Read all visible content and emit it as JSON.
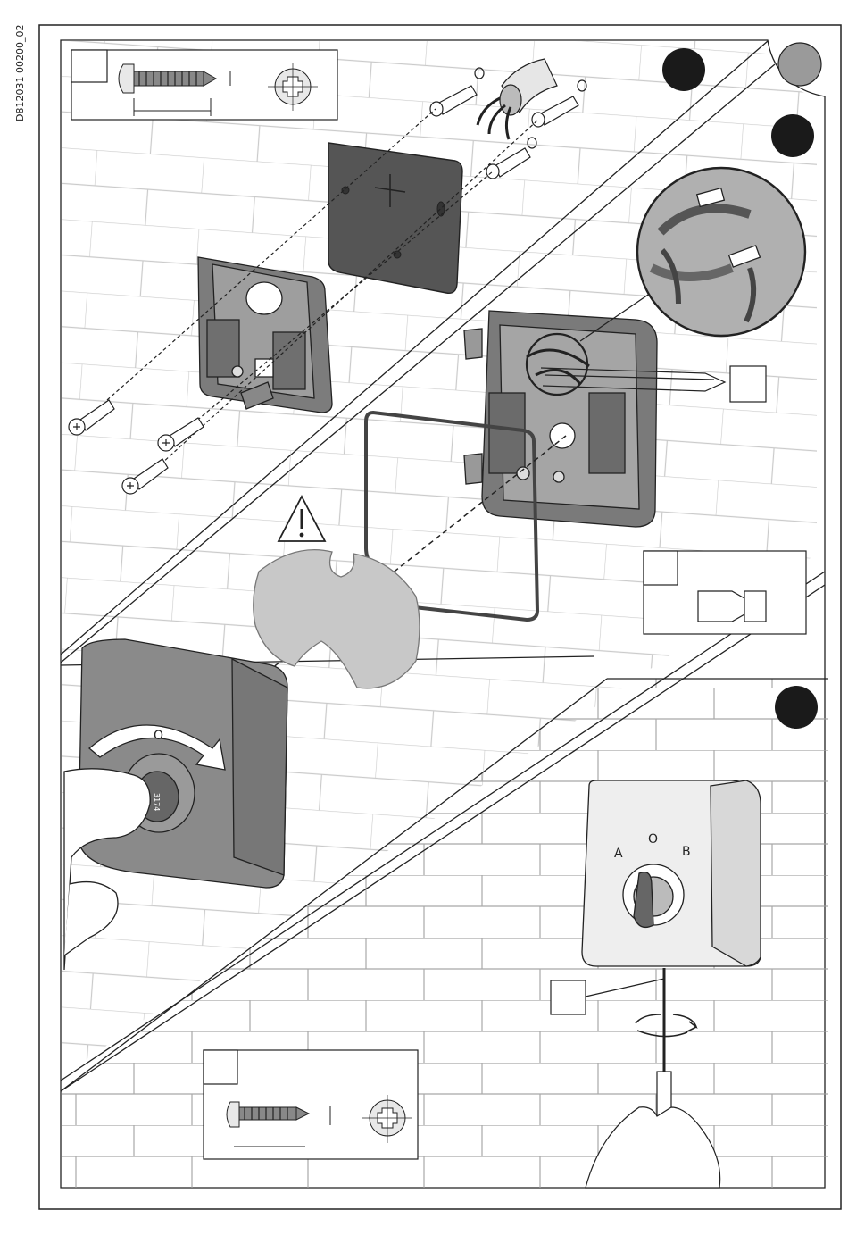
{
  "document": {
    "code": "D812031 00200_02"
  },
  "switch_front": {
    "label_a": "A",
    "label_o": "O",
    "label_b": "B",
    "key_number": "3174"
  },
  "colors": {
    "ink": "#222222",
    "body_gray": "#8a8a8a",
    "light_gray": "#b9b9b9",
    "dark_plate": "#555555",
    "step_black": "#1a1a1a",
    "step_gray": "#9a9a9a",
    "wall_line": "#9c9c9c"
  },
  "icons": [
    "screw-icon",
    "phillips-head-icon",
    "warning-icon",
    "rotate-arrow-icon",
    "wire-terminal-icon"
  ]
}
